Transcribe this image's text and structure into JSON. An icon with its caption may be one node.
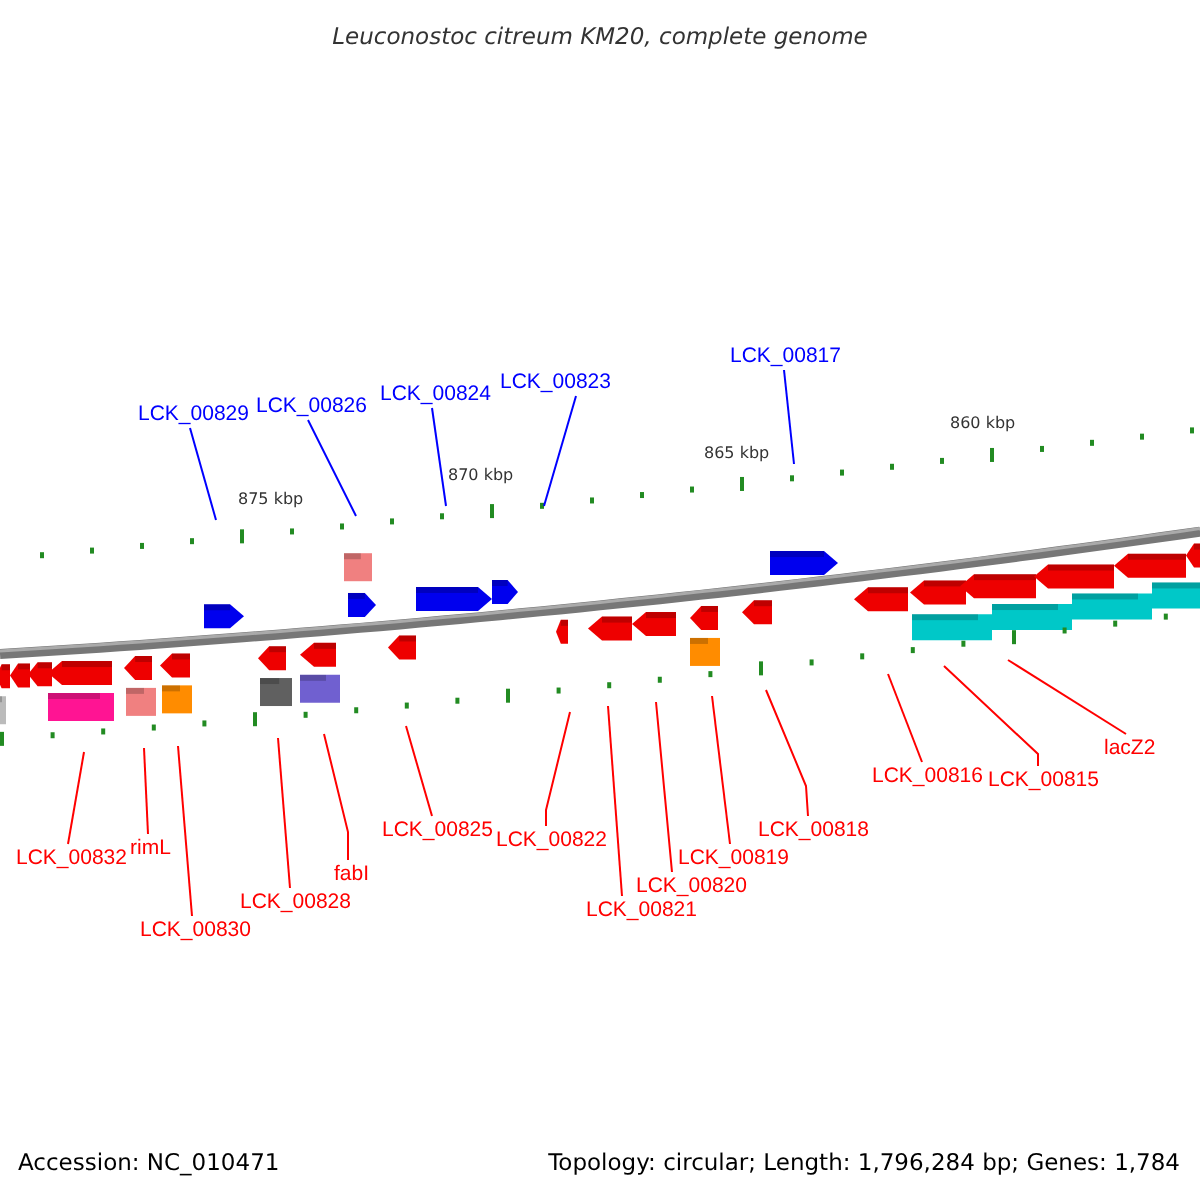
{
  "diagram": {
    "title": "Leuconostoc citreum KM20, complete genome",
    "nodes": [
      {
        "text": [
          "LCK_00829"
        ]
      },
      {
        "text": [
          "LCK_00826"
        ]
      },
      {
        "text": [
          "LCK_00824"
        ]
      },
      {
        "text": [
          "LCK_00823"
        ]
      },
      {
        "text": [
          "LCK_00817"
        ]
      },
      {
        "text": [
          "LCK_00832"
        ]
      },
      {
        "text": [
          "rimL"
        ]
      },
      {
        "text": [
          "LCK_00830"
        ]
      },
      {
        "text": [
          "LCK_00828"
        ]
      },
      {
        "text": [
          "fabI"
        ]
      },
      {
        "text": [
          "LCK_00825"
        ]
      },
      {
        "text": [
          "LCK_00822"
        ]
      },
      {
        "text": [
          "LCK_00821"
        ]
      },
      {
        "text": [
          "LCK_00820"
        ]
      },
      {
        "text": [
          "LCK_00819"
        ]
      },
      {
        "text": [
          "LCK_00818"
        ]
      },
      {
        "text": [
          "LCK_00816"
        ]
      },
      {
        "text": [
          "LCK_00815"
        ]
      },
      {
        "text": [
          "lacZ2"
        ]
      }
    ],
    "edges": [
      {
        "from": 0,
        "to": null,
        "arrow": "none",
        "color": "#0000ff"
      },
      {
        "from": 1,
        "to": null,
        "arrow": "none",
        "color": "#0000ff"
      },
      {
        "from": 2,
        "to": null,
        "arrow": "none",
        "color": "#0000ff"
      },
      {
        "from": 3,
        "to": null,
        "arrow": "none",
        "color": "#0000ff"
      },
      {
        "from": 4,
        "to": null,
        "arrow": "none",
        "color": "#0000ff"
      },
      {
        "from": 5,
        "to": null,
        "arrow": "none"
      },
      {
        "from": 6,
        "to": null,
        "arrow": "none"
      },
      {
        "from": 7,
        "to": null,
        "arrow": "none"
      },
      {
        "from": 8,
        "to": null,
        "arrow": "none"
      },
      {
        "from": 9,
        "to": null,
        "arrow": "none"
      },
      {
        "from": 10,
        "to": null,
        "arrow": "none"
      },
      {
        "from": 11,
        "to": null,
        "arrow": "none"
      },
      {
        "from": 12,
        "to": null,
        "arrow": "none"
      },
      {
        "from": 13,
        "to": null,
        "arrow": "none"
      },
      {
        "from": 14,
        "to": null,
        "arrow": "none"
      },
      {
        "from": 15,
        "to": null,
        "arrow": "none"
      },
      {
        "from": 16,
        "to": null,
        "arrow": "none"
      },
      {
        "from": 17,
        "to": null,
        "arrow": "none"
      },
      {
        "from": 18,
        "to": null,
        "arrow": "none"
      }
    ],
    "labels": [
      "875 kbp",
      "870 kbp",
      "865 kbp",
      "860 kbp",
      "Accession: NC_010471",
      "Topology: circular; Length: 1,796,284 bp; Genes: 1,784"
    ]
  }
}
